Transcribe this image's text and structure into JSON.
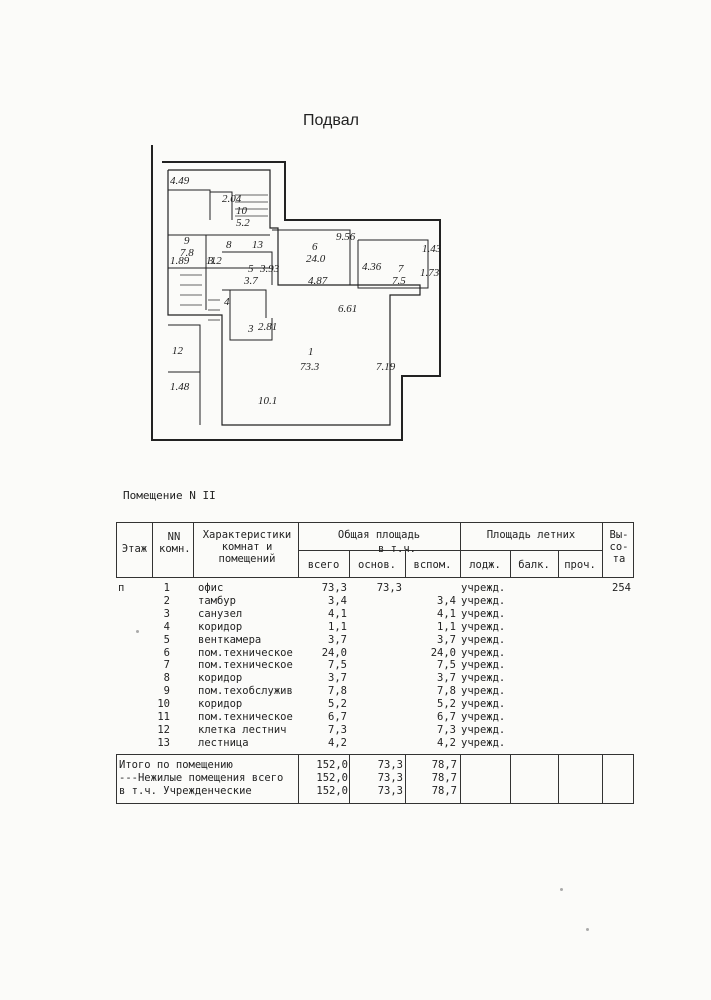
{
  "page_title": "Подвал",
  "plan": {
    "rooms": [
      {
        "id": "1",
        "area": "73.3"
      },
      {
        "id": "3",
        "area": ""
      },
      {
        "id": "4",
        "area": ""
      },
      {
        "id": "5",
        "area": "3.7"
      },
      {
        "id": "6",
        "area": "24.0"
      },
      {
        "id": "7",
        "area": "7.5"
      },
      {
        "id": "8",
        "area": ""
      },
      {
        "id": "9",
        "area": "7.8"
      },
      {
        "id": "10",
        "area": "5.2"
      },
      {
        "id": "11",
        "area": ""
      },
      {
        "id": "12",
        "area": ""
      },
      {
        "id": "13",
        "area": ""
      }
    ],
    "dims": [
      "4.49",
      "2.04",
      "1.89",
      "3.2",
      "3.93",
      "9.56",
      "4.87",
      "4.36",
      "1.73",
      "1.43",
      "6.61",
      "2.81",
      "7.19",
      "10.1",
      "1.48"
    ]
  },
  "section": "Помещение N II",
  "table": {
    "headers": {
      "floor": "Этаж",
      "nn": "NN комн.",
      "char": "Характеристики комнат и помещений",
      "total_area": "Общая площадь",
      "incl": "в т.ч.",
      "all": "всего",
      "main": "основ.",
      "aux": "вспом.",
      "summer": "Площадь летних",
      "loggia": "лодж.",
      "balcony": "балк.",
      "other": "проч.",
      "height": "Вы-со-та"
    },
    "floor": "п",
    "height_value": "254",
    "rows": [
      {
        "n": "1",
        "name": "офис",
        "total": "73,3",
        "main": "73,3",
        "aux": "",
        "type": "учрежд."
      },
      {
        "n": "2",
        "name": "тамбур",
        "total": "3,4",
        "main": "",
        "aux": "3,4",
        "type": "учрежд."
      },
      {
        "n": "3",
        "name": "санузел",
        "total": "4,1",
        "main": "",
        "aux": "4,1",
        "type": "учрежд."
      },
      {
        "n": "4",
        "name": "коридор",
        "total": "1,1",
        "main": "",
        "aux": "1,1",
        "type": "учрежд."
      },
      {
        "n": "5",
        "name": "венткамера",
        "total": "3,7",
        "main": "",
        "aux": "3,7",
        "type": "учрежд."
      },
      {
        "n": "6",
        "name": "пом.техническое",
        "total": "24,0",
        "main": "",
        "aux": "24,0",
        "type": "учрежд."
      },
      {
        "n": "7",
        "name": "пом.техническое",
        "total": "7,5",
        "main": "",
        "aux": "7,5",
        "type": "учрежд."
      },
      {
        "n": "8",
        "name": "коридор",
        "total": "3,7",
        "main": "",
        "aux": "3,7",
        "type": "учрежд."
      },
      {
        "n": "9",
        "name": "пом.техобслужив",
        "total": "7,8",
        "main": "",
        "aux": "7,8",
        "type": "учрежд."
      },
      {
        "n": "10",
        "name": "коридор",
        "total": "5,2",
        "main": "",
        "aux": "5,2",
        "type": "учрежд."
      },
      {
        "n": "11",
        "name": "пом.техническое",
        "total": "6,7",
        "main": "",
        "aux": "6,7",
        "type": "учрежд."
      },
      {
        "n": "12",
        "name": "клетка лестнич",
        "total": "7,3",
        "main": "",
        "aux": "7,3",
        "type": "учрежд."
      },
      {
        "n": "13",
        "name": "лестница",
        "total": "4,2",
        "main": "",
        "aux": "4,2",
        "type": "учрежд."
      }
    ],
    "totals": [
      {
        "label": "Итого      по помещению",
        "total": "152,0",
        "main": "73,3",
        "aux": "78,7"
      },
      {
        "label": "---Нежилые помещения всего",
        "total": "152,0",
        "main": "73,3",
        "aux": "78,7"
      },
      {
        "label": "в т.ч. Учрежденческие",
        "total": "152,0",
        "main": "73,3",
        "aux": "78,7"
      }
    ]
  }
}
